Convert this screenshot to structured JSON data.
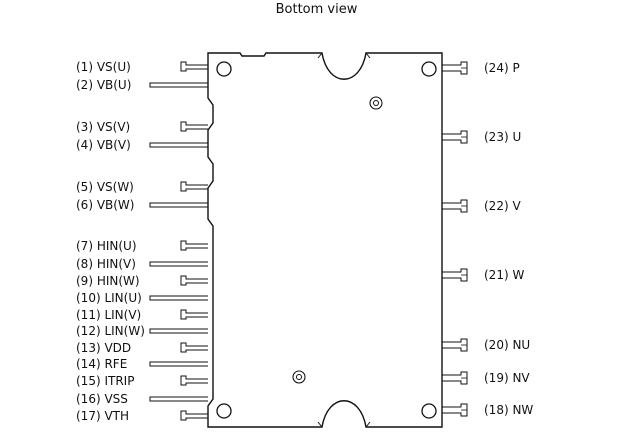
{
  "title": "Bottom view",
  "left_pins": [
    "(1) VS(U)",
    "(2) VB(U)",
    "(3) VS(V)",
    "(4) VB(V)",
    "(5) VS(W)",
    "(6) VB(W)",
    "(7) HIN(U)",
    "(8) HIN(V)",
    "(9) HIN(W)",
    "(10) LIN(U)",
    "(11) LIN(V)",
    "(12) LIN(W)",
    "(13) VDD",
    "(14) RFE",
    "(15) ITRIP",
    "(16) VSS",
    "(17) VTH"
  ],
  "right_pins": [
    "(24) P",
    "(23) U",
    "(22) V",
    "(21) W",
    "(20) NU",
    "(19) NV",
    "(18) NW"
  ],
  "colors": {
    "stroke": "#111111",
    "background": "#ffffff"
  }
}
